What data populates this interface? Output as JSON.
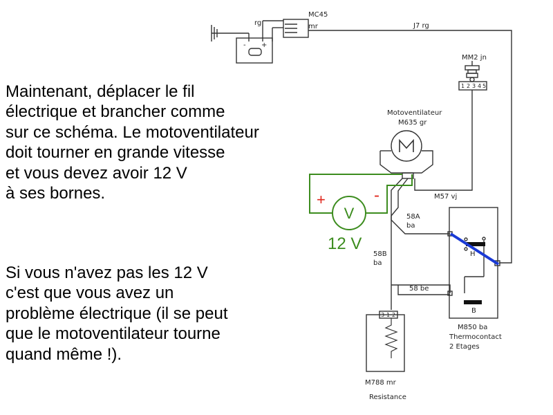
{
  "instructions": {
    "paragraph1": [
      "Maintenant, déplacer le fil",
      "électrique et brancher comme",
      "sur ce schéma. Le motoventilateur",
      "doit tourner en grande vitesse",
      "et vous devez avoir 12 V",
      "à ses bornes."
    ],
    "paragraph2": [
      "Si vous n'avez pas les 12 V",
      "c'est que vous avez un",
      "problème électrique (il se peut",
      "que le motoventilateur tourne",
      "quand même !)."
    ]
  },
  "diagram": {
    "battery_label": "MC45",
    "battery_wire": "rg",
    "battery_wire_2": "mr",
    "battery_minus": "-",
    "battery_plus": "+",
    "top_wire": "J7 rg",
    "connector_top": "MM2 jn",
    "connector_pins": [
      "1",
      "2",
      "3",
      "4",
      "5"
    ],
    "fan_title": "Motoventilateur",
    "fan_code": "M635 gr",
    "fan_wire": "M57 vj",
    "wire_58a": "58A",
    "wire_58a_color": "ba",
    "wire_58b": "58B",
    "wire_58b_color": "ba",
    "wire_58_be": "58 be",
    "thermo_code": "M850 ba",
    "thermo_name": "Thermocontact",
    "thermo_stages": "2 Etages",
    "thermo_H": "H",
    "thermo_B": "B",
    "resistance_code": "M788 mr",
    "resistance_name": "Resistance",
    "resistance_pins": [
      "3",
      "1",
      "2"
    ],
    "voltmeter_symbol": "V",
    "voltmeter_plus": "+",
    "voltmeter_minus": "-",
    "voltmeter_value": "12 V"
  },
  "colors": {
    "measurement": "#3c8c1e",
    "polarity": "#e0281e",
    "bridge": "#1a3ad6"
  }
}
